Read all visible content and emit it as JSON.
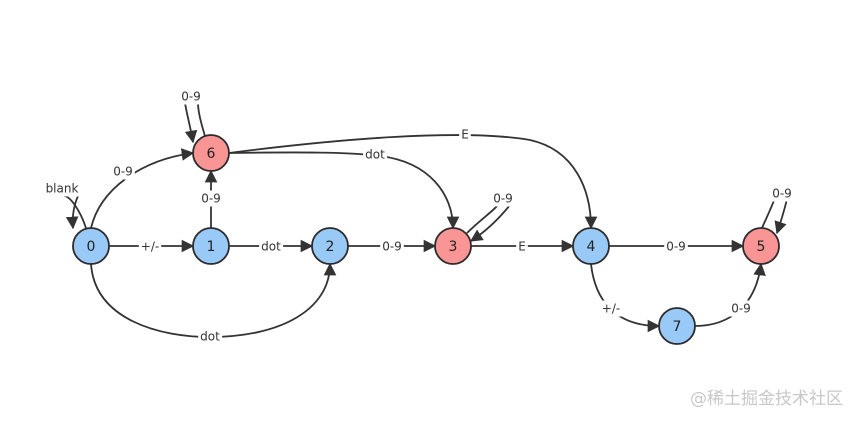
{
  "colors": {
    "normal_node": "#99c9f7",
    "accept_node": "#f99595",
    "edge": "#333333"
  },
  "nodes": [
    {
      "id": "0",
      "label": "0",
      "type": "normal"
    },
    {
      "id": "1",
      "label": "1",
      "type": "normal"
    },
    {
      "id": "2",
      "label": "2",
      "type": "normal"
    },
    {
      "id": "3",
      "label": "3",
      "type": "accept"
    },
    {
      "id": "4",
      "label": "4",
      "type": "normal"
    },
    {
      "id": "5",
      "label": "5",
      "type": "accept"
    },
    {
      "id": "6",
      "label": "6",
      "type": "accept"
    },
    {
      "id": "7",
      "label": "7",
      "type": "normal"
    }
  ],
  "edges": [
    {
      "id": "e-0-0",
      "from": "0",
      "to": "0",
      "label": "blank"
    },
    {
      "id": "e-0-6",
      "from": "0",
      "to": "6",
      "label": "0-9"
    },
    {
      "id": "e-0-1",
      "from": "0",
      "to": "1",
      "label": "+/-"
    },
    {
      "id": "e-0-2",
      "from": "0",
      "to": "2",
      "label": "dot"
    },
    {
      "id": "e-6-6",
      "from": "6",
      "to": "6",
      "label": "0-9"
    },
    {
      "id": "e-1-6",
      "from": "1",
      "to": "6",
      "label": "0-9"
    },
    {
      "id": "e-1-2",
      "from": "1",
      "to": "2",
      "label": "dot"
    },
    {
      "id": "e-6-4",
      "from": "6",
      "to": "4",
      "label": "E"
    },
    {
      "id": "e-6-3",
      "from": "6",
      "to": "3",
      "label": "dot"
    },
    {
      "id": "e-2-3",
      "from": "2",
      "to": "3",
      "label": "0-9"
    },
    {
      "id": "e-3-3",
      "from": "3",
      "to": "3",
      "label": "0-9"
    },
    {
      "id": "e-3-4",
      "from": "3",
      "to": "4",
      "label": "E"
    },
    {
      "id": "e-4-5",
      "from": "4",
      "to": "5",
      "label": "0-9"
    },
    {
      "id": "e-5-5",
      "from": "5",
      "to": "5",
      "label": "0-9"
    },
    {
      "id": "e-4-7",
      "from": "4",
      "to": "7",
      "label": "+/-"
    },
    {
      "id": "e-7-5",
      "from": "7",
      "to": "5",
      "label": "0-9"
    }
  ],
  "watermark": "@稀土掘金技术社区"
}
